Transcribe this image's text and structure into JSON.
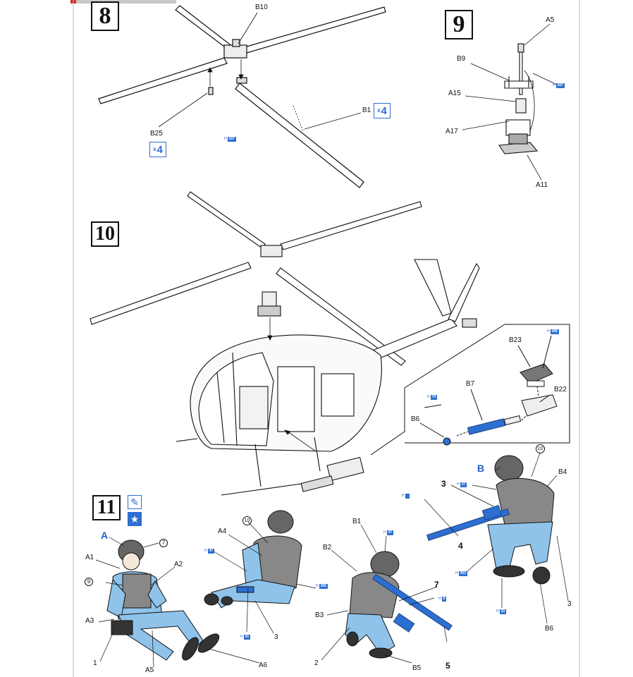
{
  "steps": [
    {
      "number": "8"
    },
    {
      "number": "9"
    },
    {
      "number": "10"
    },
    {
      "number": "11"
    }
  ],
  "step8": {
    "parts": {
      "b10": "B10",
      "b25": "B25",
      "b1": "B1"
    },
    "multipliers": {
      "b25": "4",
      "b1": "4",
      "prefix": "x"
    },
    "chips": [
      {
        "prefix": "H",
        "code": "307"
      }
    ]
  },
  "step9": {
    "parts": {
      "a5": "A5",
      "b9": "B9",
      "a15": "A15",
      "a17": "A17",
      "a11": "A11"
    },
    "chips": [
      {
        "prefix": "H",
        "code": "307"
      }
    ]
  },
  "step10": {
    "parts": {
      "b23": "B23",
      "b7": "B7",
      "b22": "B22",
      "b6": "B6"
    },
    "chips": [
      {
        "prefix": "H",
        "code": "306"
      },
      {
        "prefix": "H",
        "code": "74"
      }
    ]
  },
  "step11": {
    "figure_labels": {
      "a": "A",
      "b": "B"
    },
    "parts": {
      "a1": "A1",
      "a2": "A2",
      "a3": "A3",
      "a4": "A4",
      "a5": "A5",
      "a6": "A6",
      "b1": "B1",
      "b2": "B2",
      "b3": "B3",
      "b4": "B4",
      "b5": "B5",
      "b6": "B6"
    },
    "callouts": {
      "c7": "7",
      "c9": "9",
      "c10": "10",
      "n1": "1",
      "n2": "2",
      "n3": "3",
      "n3b": "3",
      "n3c": "3",
      "n4": "4",
      "n5": "5",
      "n7": "7"
    },
    "chips": [
      {
        "prefix": "H",
        "code": "37"
      },
      {
        "prefix": "H",
        "code": "47"
      },
      {
        "prefix": "H",
        "code": "306"
      },
      {
        "prefix": "H",
        "code": "41"
      },
      {
        "prefix": "H",
        "code": "8"
      },
      {
        "prefix": "H",
        "code": "303"
      },
      {
        "prefix": "H",
        "code": "33"
      }
    ]
  },
  "colors": {
    "accent": "#2d6fd1",
    "figure": "#8fc3ea",
    "line": "#111111"
  }
}
